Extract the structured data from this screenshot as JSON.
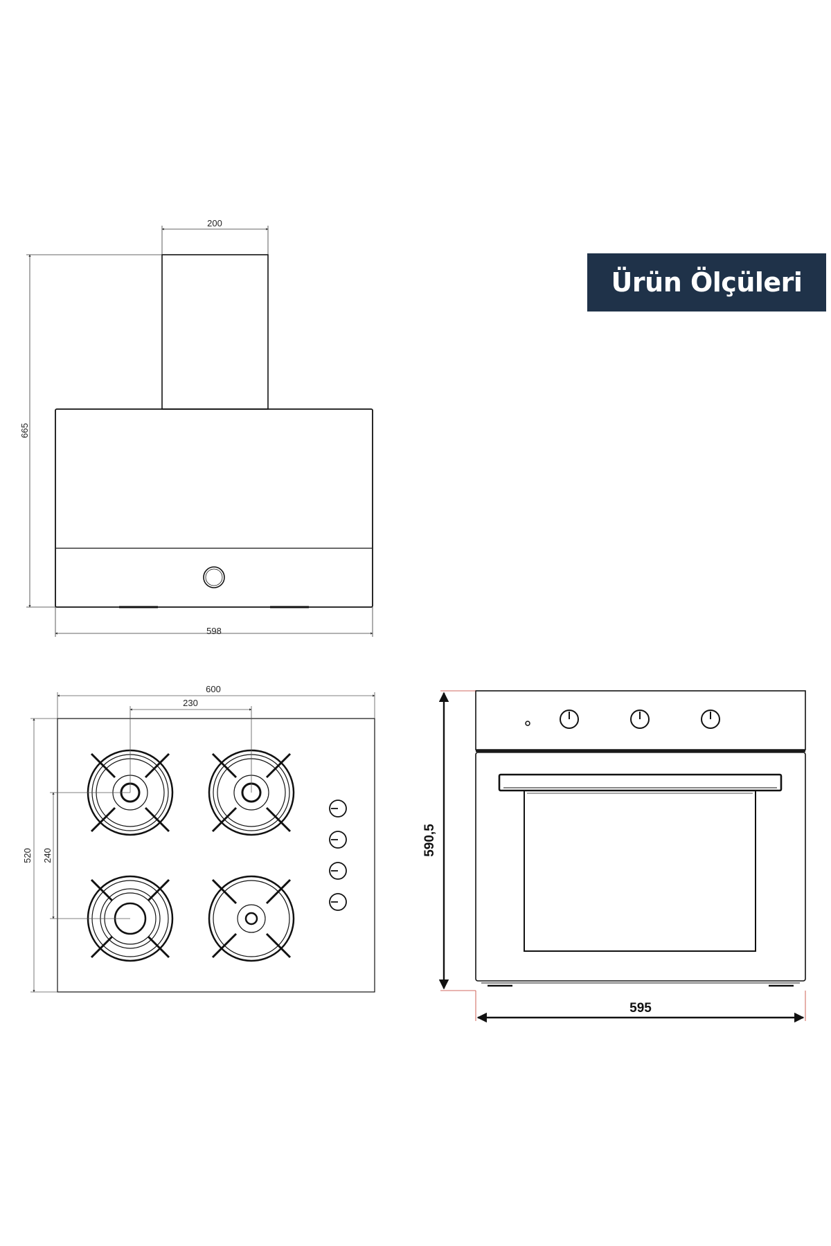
{
  "header": {
    "title": "Ürün Ölçüleri",
    "accent_color": "#1f3249"
  },
  "hood": {
    "chimney_width": "200",
    "height": "665",
    "width": "598"
  },
  "hob": {
    "width": "600",
    "burner_spacing_x": "230",
    "depth": "520",
    "burner_spacing_y": "240"
  },
  "oven": {
    "height": "590,5",
    "width": "595"
  }
}
